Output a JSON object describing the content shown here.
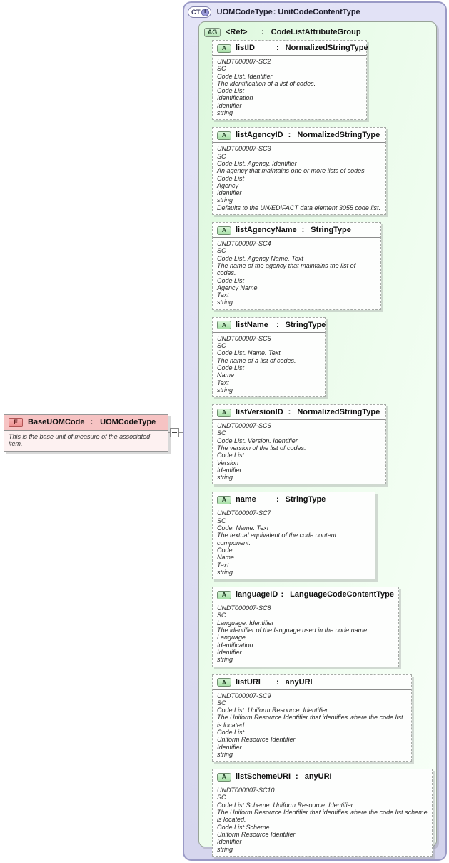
{
  "icons": {
    "complex_type": "CT",
    "expand_plus": "+",
    "attribute_group": "AG",
    "attribute": "A",
    "element": "E"
  },
  "colors": {
    "complex_type_fill": "#dcdcf2",
    "complex_type_border": "#9a9ac6",
    "attribute_group_fill": "#e4fae4",
    "attribute_icon_fill": "#b9e6b9",
    "element_header_fill": "#f6c3c3"
  },
  "diagram": {
    "element": {
      "name": "BaseUOMCode",
      "type": "UOMCodeType",
      "note": "This is the base unit of measure of the associated item."
    },
    "complex_type": {
      "name": "UOMCodeType",
      "type": "UnitCodeContentType",
      "attribute_group": {
        "name": "<Ref>",
        "type": "CodeListAttributeGroup",
        "attributes": [
          {
            "name": "listID",
            "type": "NormalizedStringType",
            "doc": [
              "UNDT000007-SC2",
              "SC",
              "Code List. Identifier",
              "The identification of a list of codes.",
              "Code List",
              "Identification",
              "Identifier",
              "string"
            ]
          },
          {
            "name": "listAgencyID",
            "type": "NormalizedStringType",
            "doc": [
              "UNDT000007-SC3",
              "SC",
              "Code List. Agency. Identifier",
              "An agency that maintains one or more lists of codes.",
              "Code List",
              "Agency",
              "Identifier",
              "string",
              "Defaults to the UN/EDIFACT data element 3055 code list."
            ]
          },
          {
            "name": "listAgencyName",
            "type": "StringType",
            "doc": [
              "UNDT000007-SC4",
              "SC",
              "Code List. Agency Name. Text",
              "The name of the agency that maintains the list of codes.",
              "Code List",
              "Agency Name",
              "Text",
              "string"
            ]
          },
          {
            "name": "listName",
            "type": "StringType",
            "doc": [
              "UNDT000007-SC5",
              "SC",
              "Code List. Name. Text",
              "The name of a list of codes.",
              "Code List",
              "Name",
              "Text",
              "string"
            ]
          },
          {
            "name": "listVersionID",
            "type": "NormalizedStringType",
            "doc": [
              "UNDT000007-SC6",
              "SC",
              "Code List. Version. Identifier",
              "The version of the list of codes.",
              "Code List",
              "Version",
              "Identifier",
              "string"
            ]
          },
          {
            "name": "name",
            "type": "StringType",
            "doc": [
              "UNDT000007-SC7",
              "SC",
              "Code. Name. Text",
              "The textual equivalent of the code content component.",
              "Code",
              "Name",
              "Text",
              "string"
            ]
          },
          {
            "name": "languageID",
            "type": "LanguageCodeContentType",
            "doc": [
              "UNDT000007-SC8",
              "SC",
              "Language. Identifier",
              "The identifier of the language used in the code name.",
              "Language",
              "Identification",
              "Identifier",
              "string"
            ]
          },
          {
            "name": "listURI",
            "type": "anyURI",
            "doc": [
              "UNDT000007-SC9",
              "SC",
              "Code List. Uniform Resource. Identifier",
              "The Uniform Resource Identifier that identifies where the code list is located.",
              "Code List",
              "Uniform Resource Identifier",
              "Identifier",
              "string"
            ]
          },
          {
            "name": "listSchemeURI",
            "type": "anyURI",
            "doc": [
              "UNDT000007-SC10",
              "SC",
              "Code List Scheme. Uniform Resource. Identifier",
              "The Uniform Resource Identifier that identifies where the code list scheme is located.",
              "Code List Scheme",
              "Uniform Resource Identifier",
              "Identifier",
              "string"
            ]
          }
        ]
      }
    }
  }
}
